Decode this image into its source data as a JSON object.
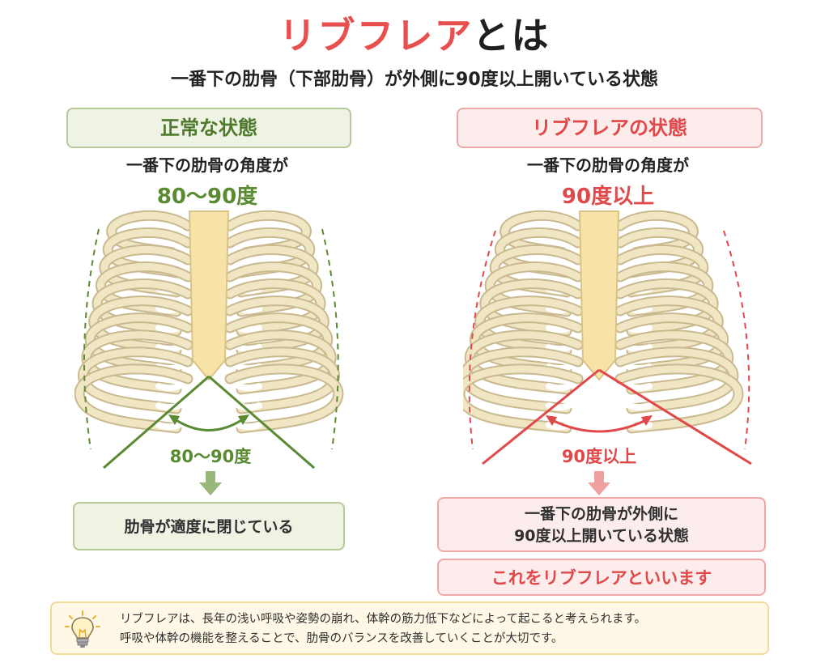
{
  "title": {
    "accent": "リブフレア",
    "rest": "とは"
  },
  "subtitle": "一番下の肋骨（下部肋骨）が外側に90度以上開いている状態",
  "normal": {
    "label": "正常な状態",
    "description": "一番下の肋骨の角度が",
    "angle_big": "80〜90度",
    "angle_mark": "80〜90度",
    "result": "肋骨が適度に閉じている",
    "accent_color": "#5a8a32"
  },
  "flare": {
    "label": "リブフレアの状態",
    "description": "一番下の肋骨の角度が",
    "angle_big": "90度以上",
    "angle_mark": "90度以上",
    "result_line1": "一番下の肋骨が外側に",
    "result_line2": "90度以上開いている状態",
    "conclusion": "これをリブフレアといいます",
    "accent_color": "#e0484a"
  },
  "note": {
    "icon": "lightbulb-icon",
    "line1": "リブフレアは、長年の浅い呼吸や姿勢の崩れ、体幹の筋力低下などによって起こると考えられます。",
    "line2": "呼吸や体幹の機能を整えることで、肋骨のバランスを改善していくことが大切です。"
  }
}
